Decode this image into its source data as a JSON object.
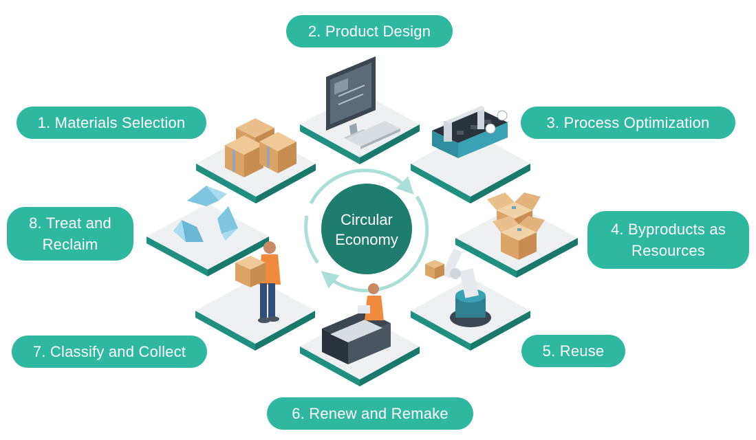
{
  "center": {
    "line1": "Circular",
    "line2": "Economy"
  },
  "steps": [
    {
      "label": "1. Materials Selection"
    },
    {
      "label": "2. Product Design"
    },
    {
      "label": "3. Process Optimization"
    },
    {
      "label_line1": "4. Byproducts as",
      "label_line2": "Resources"
    },
    {
      "label": "5. Reuse"
    },
    {
      "label": "6. Renew and Remake"
    },
    {
      "label": "7. Classify and Collect"
    },
    {
      "label_line1": "8. Treat and",
      "label_line2": "Reclaim"
    }
  ],
  "colors": {
    "label_fill": "#2fb8a0",
    "center_fill": "#1e7d6c",
    "ring_stroke": "#a9dfd7",
    "tile_top": "#eef0f1",
    "tile_side": "#1f8f7f"
  }
}
